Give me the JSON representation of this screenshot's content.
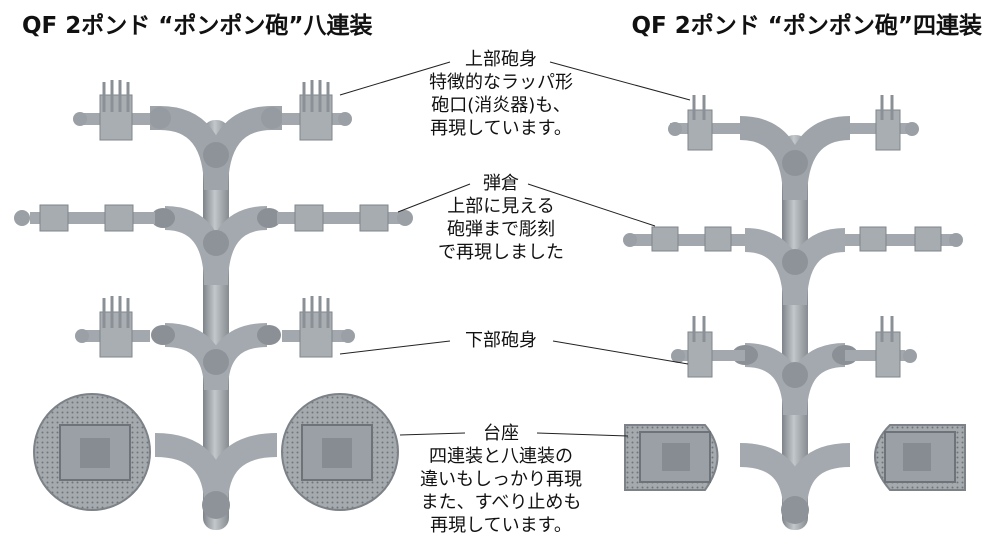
{
  "titles": {
    "left": "QF 2ポンド “ポンポン砲”八連装",
    "right": "QF 2ポンド “ポンポン砲”四連装"
  },
  "callouts": {
    "upper_barrel": {
      "head": "上部砲身",
      "lines": [
        "特徴的なラッパ形",
        "砲口(消炎器)も、",
        "再現しています。"
      ]
    },
    "magazine": {
      "head": "弾倉",
      "lines": [
        "上部に見える",
        "砲弾まで彫刻",
        "で再現しました"
      ]
    },
    "lower_barrel": {
      "head": "下部砲身",
      "lines": []
    },
    "base": {
      "head": "台座",
      "lines": [
        "四連装と八連装の",
        "違いもしっかり再現",
        "また、すべり止めも",
        "再現しています。"
      ]
    }
  },
  "colors": {
    "plastic": "#a9afb4",
    "plastic_dark": "#7d8489",
    "plastic_light": "#c7ccd0",
    "leader_line": "#222222"
  }
}
